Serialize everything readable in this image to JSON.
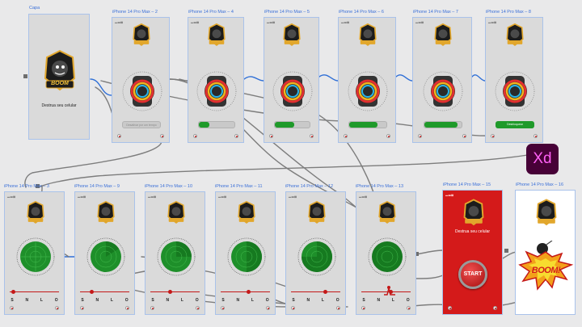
{
  "artboards_top": [
    {
      "label": "Capa"
    },
    {
      "label": "iPhone 14 Pro Max – 2"
    },
    {
      "label": "iPhone 14 Pro Max – 4"
    },
    {
      "label": "iPhone 14 Pro Max – 5"
    },
    {
      "label": "iPhone 14 Pro Max – 6"
    },
    {
      "label": "iPhone 14 Pro Max – 7"
    },
    {
      "label": "iPhone 14 Pro Max – 8"
    }
  ],
  "artboards_bottom": [
    {
      "label": "iPhone 14 Pro Max – 3"
    },
    {
      "label": "iPhone 14 Pro Max – 9"
    },
    {
      "label": "iPhone 14 Pro Max – 10"
    },
    {
      "label": "iPhone 14 Pro Max – 11"
    },
    {
      "label": "iPhone 14 Pro Max – 12"
    },
    {
      "label": "iPhone 14 Pro Max – 13"
    },
    {
      "label": "iPhone 14 Pro Max – 15"
    },
    {
      "label": "iPhone 14 Pro Max – 16"
    }
  ],
  "capa": {
    "caption": "Destrua seu celular",
    "logo_text": "BOOM"
  },
  "screen2": {
    "input_placeholder": "Desativar por um tempo"
  },
  "screen8": {
    "button_label": "Desbloquear"
  },
  "compass": {
    "s": "S",
    "n": "N",
    "l": "L",
    "o": "O"
  },
  "screen15": {
    "caption": "Destrua seu celular",
    "start_label": "START"
  },
  "screen16": {
    "boom_text": "BOOM!"
  },
  "xd_badge": {
    "label": "Xd"
  },
  "colors": {
    "accent_blue": "#3a6fd8",
    "boom_red": "#d41a1a",
    "go_green": "#1f9a2a",
    "xd_bg": "#470137",
    "xd_fg": "#ff61f6"
  }
}
